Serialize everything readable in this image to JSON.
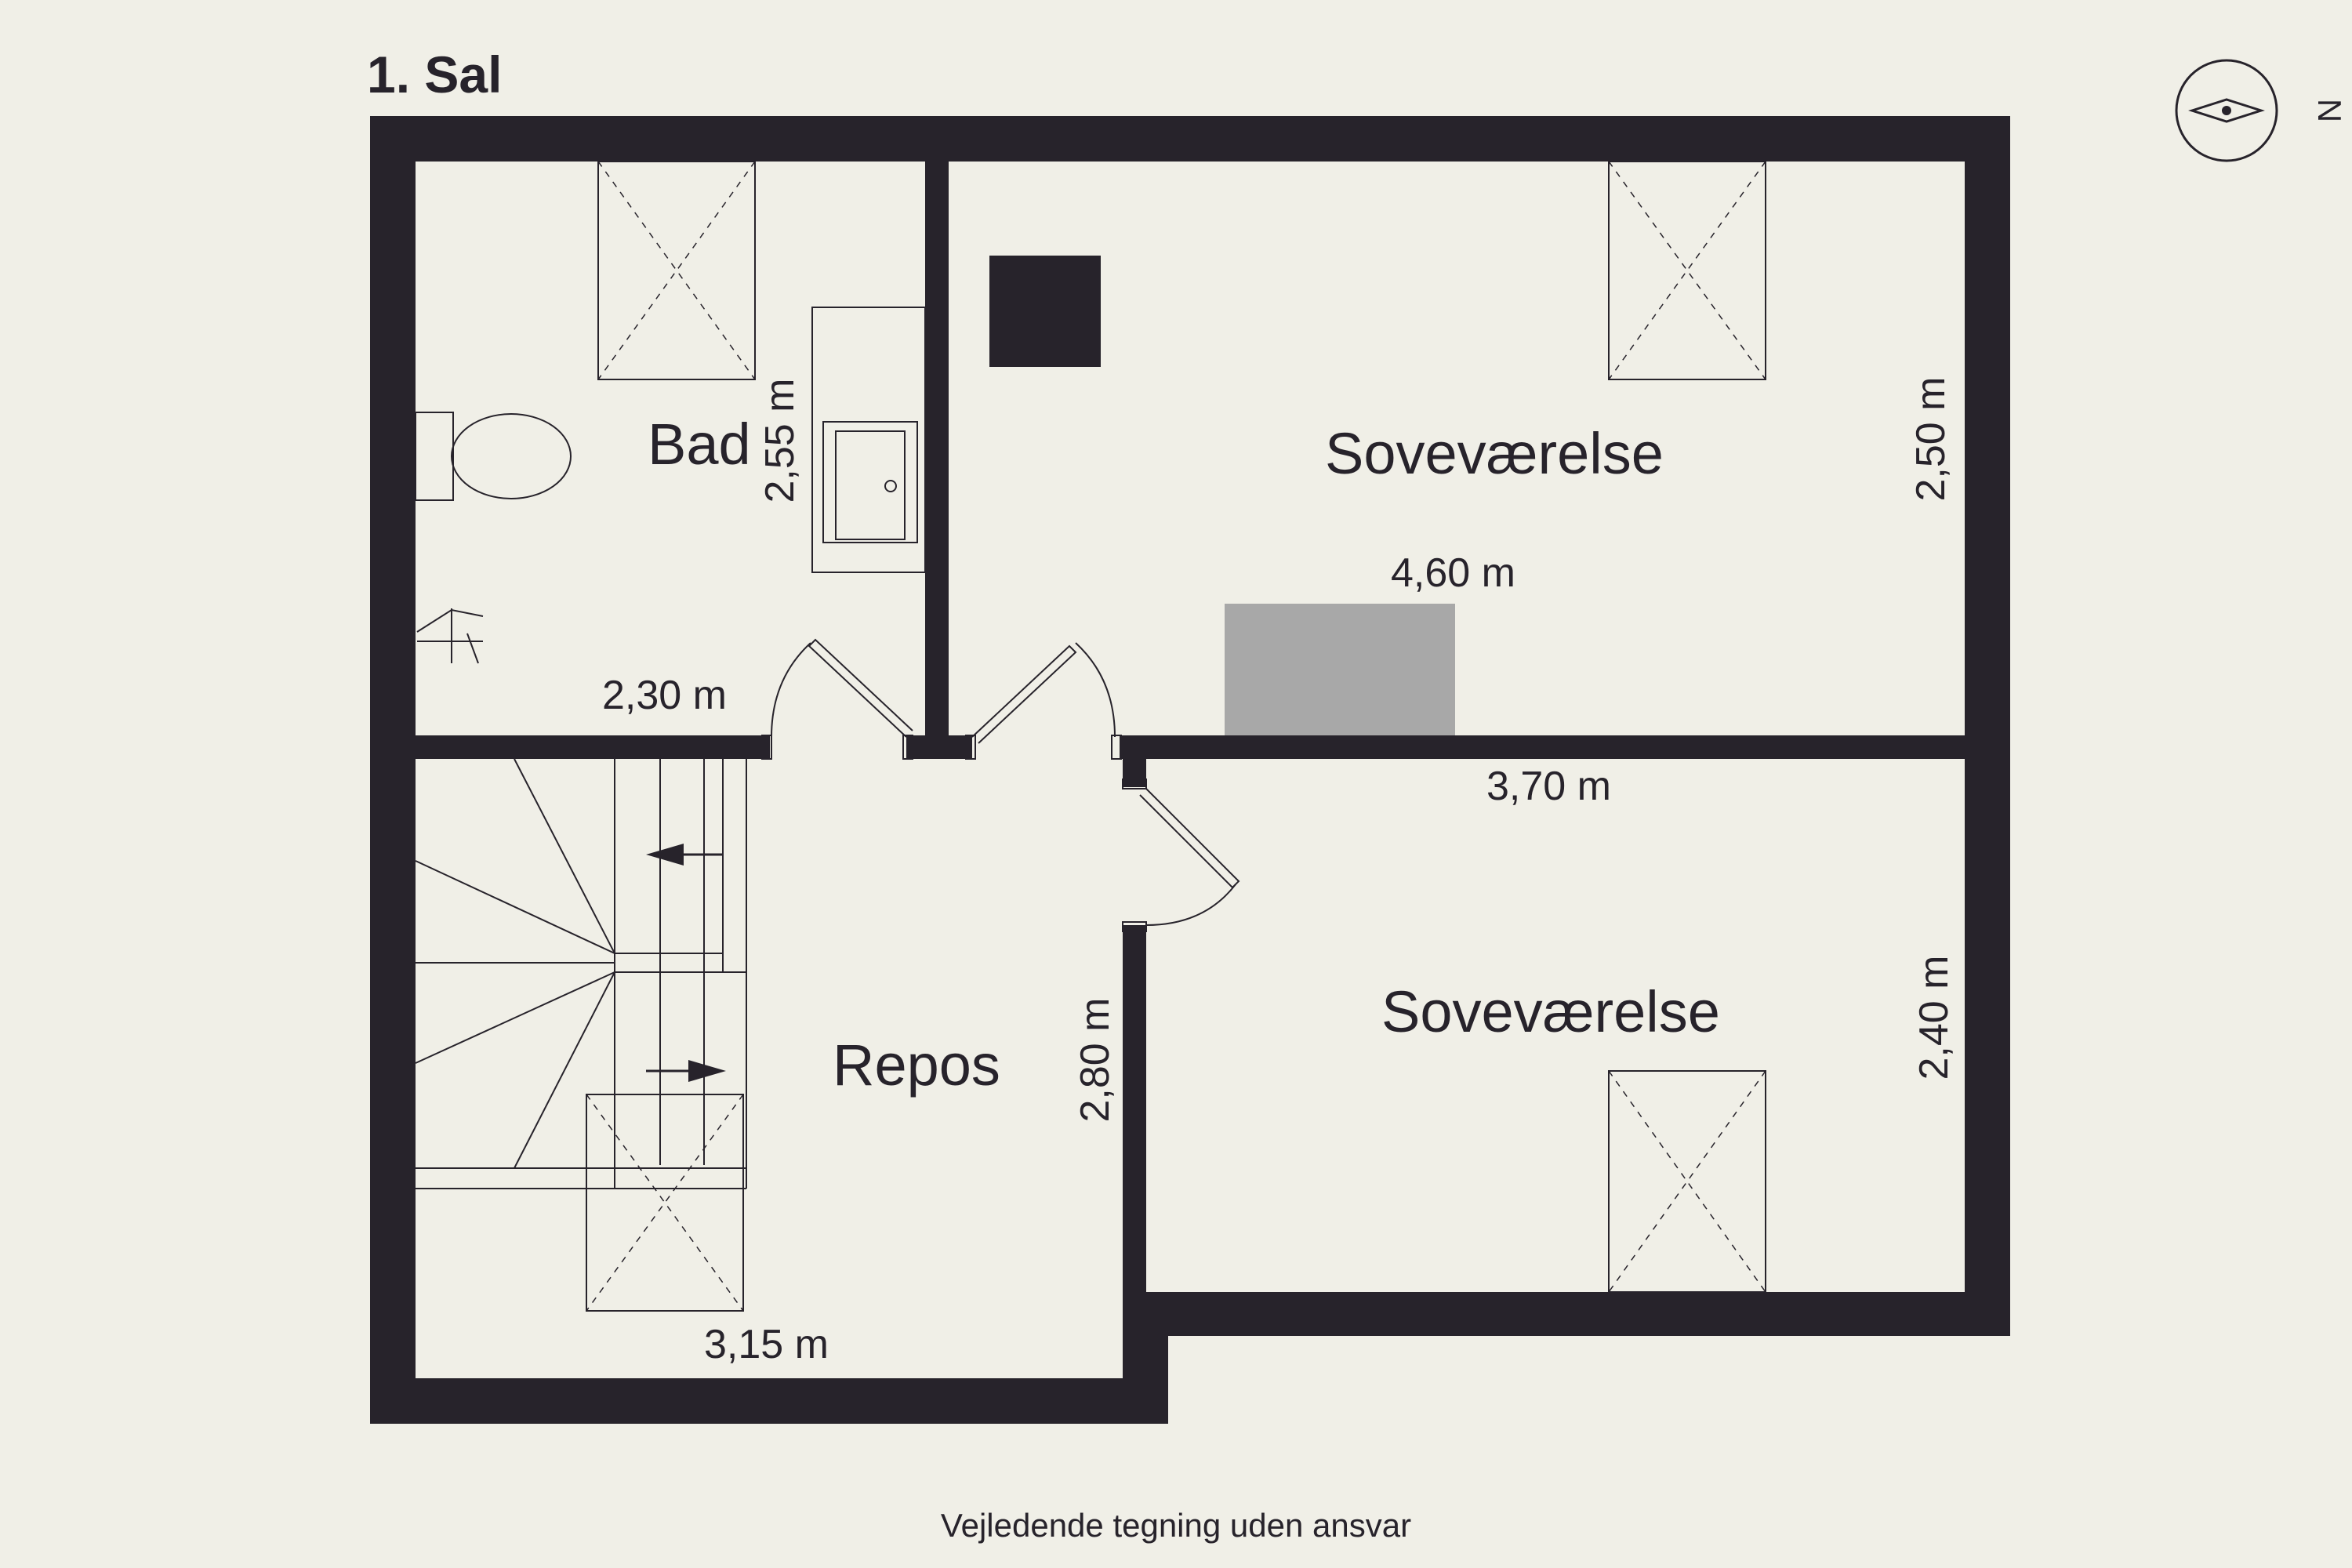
{
  "floor_title": "1. Sal",
  "rooms": {
    "bad": "Bad",
    "sovevaerelse_1": "Soveværelse",
    "sovevaerelse_2": "Soveværelse",
    "repos": "Repos"
  },
  "dimensions": {
    "bad_height": "2,55 m",
    "bad_width": "2,30 m",
    "sov1_width": "4,60 m",
    "sov1_height": "2,50 m",
    "sov2_width": "3,70 m",
    "sov2_height": "2,40 m",
    "repos_height": "2,80 m",
    "repos_width": "3,15 m"
  },
  "compass": {
    "label": "N",
    "icon": "compass-icon"
  },
  "footer": "Vejledende tegning uden ansvar",
  "colors": {
    "background": "#f0efe7",
    "walls": "#27232b",
    "furniture_grey": "#a8a8a8"
  }
}
